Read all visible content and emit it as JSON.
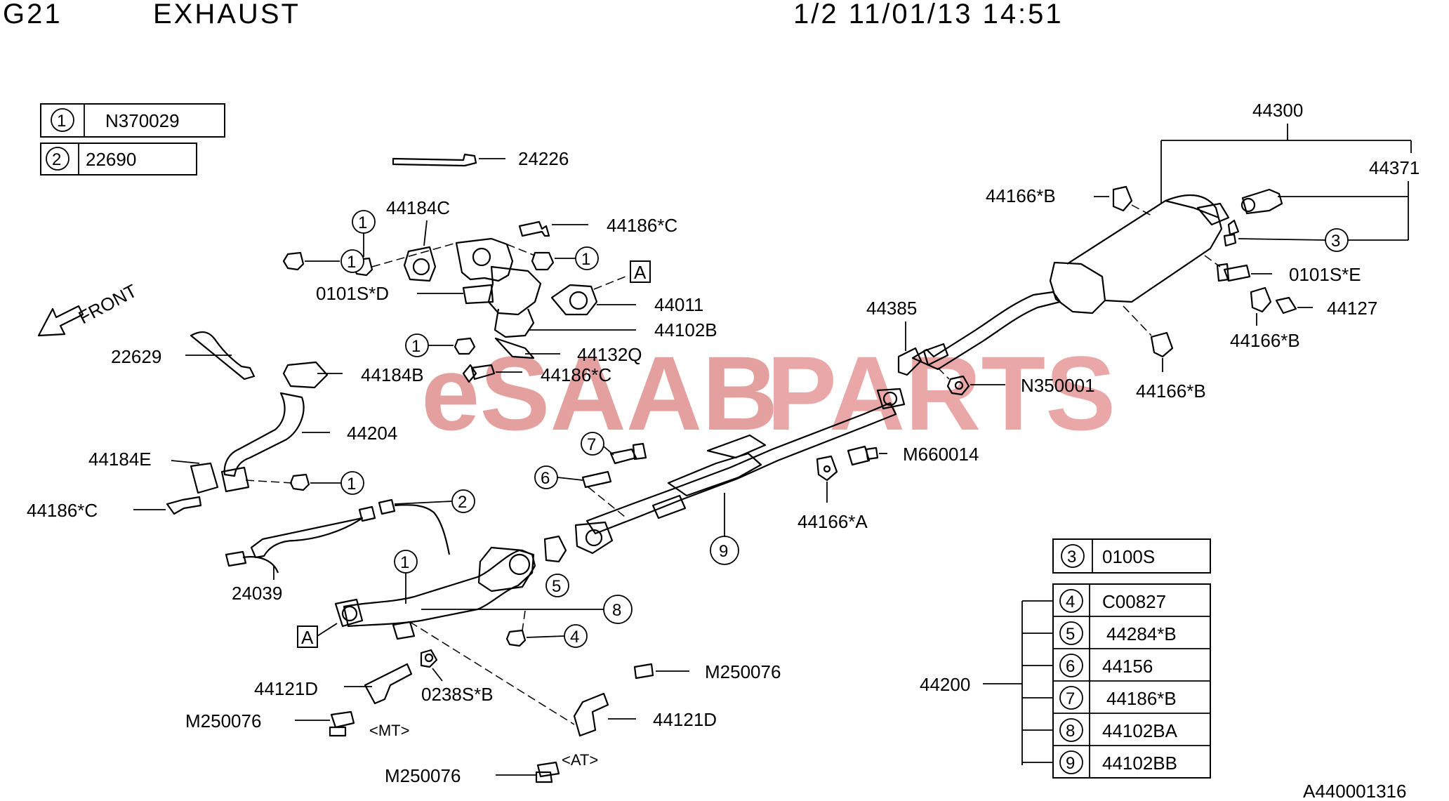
{
  "header": {
    "group": "G21",
    "section": "EXHAUST",
    "page_info": "1/2 11/01/13 14:51"
  },
  "watermark": {
    "part1": "eSAAB",
    "part2": "PARTS",
    "color1": "#cd5050",
    "color2": "#d75f5f"
  },
  "legend_top": [
    {
      "num": "1",
      "part": "N370029"
    },
    {
      "num": "2",
      "part": "22690"
    }
  ],
  "legend_right_single": {
    "num": "3",
    "part": "0100S"
  },
  "legend_right_group": {
    "parent": "44200",
    "items": [
      {
        "num": "4",
        "part": "C00827"
      },
      {
        "num": "5",
        "part": "44284*B"
      },
      {
        "num": "6",
        "part": "44156"
      },
      {
        "num": "7",
        "part": "44186*B"
      },
      {
        "num": "8",
        "part": "44102BA"
      },
      {
        "num": "9",
        "part": "44102BB"
      }
    ]
  },
  "labels": {
    "front": "FRONT",
    "p24226": "24226",
    "p44184C": "44184C",
    "p44186C_top": "44186*C",
    "p0101SD": "0101S*D",
    "p44011": "44011",
    "p44102B": "44102B",
    "p44132Q": "44132Q",
    "p44186C_mid": "44186*C",
    "p22629": "22629",
    "p44184B": "44184B",
    "p44204": "44204",
    "p44184E": "44184E",
    "p44186C_left": "44186*C",
    "p24039": "24039",
    "p44121D_left": "44121D",
    "p0238SB": "0238S*B",
    "p M250076_a": "M250076",
    "pM250076_left": "M250076",
    "pM250076_right": "M250076",
    "pM250076_bottom": "M250076",
    "p44121D_right": "44121D",
    "mt": "<MT>",
    "at": "<AT>",
    "p44385": "44385",
    "pN350001": "N350001",
    "pM660014": "M660014",
    "p44166A": "44166*A",
    "p44300": "44300",
    "p44371": "44371",
    "p44166B_top": "44166*B",
    "p0101SE": "0101S*E",
    "p44127": "44127",
    "p44166B_right": "44166*B",
    "p44166B_bottom": "44166*B",
    "ref_A": "A",
    "footer_code": "A440001316"
  },
  "callouts": {
    "c1": "1",
    "c2": "2",
    "c3": "3",
    "c4": "4",
    "c5": "5",
    "c6": "6",
    "c7": "7",
    "c8": "8",
    "c9": "9"
  }
}
